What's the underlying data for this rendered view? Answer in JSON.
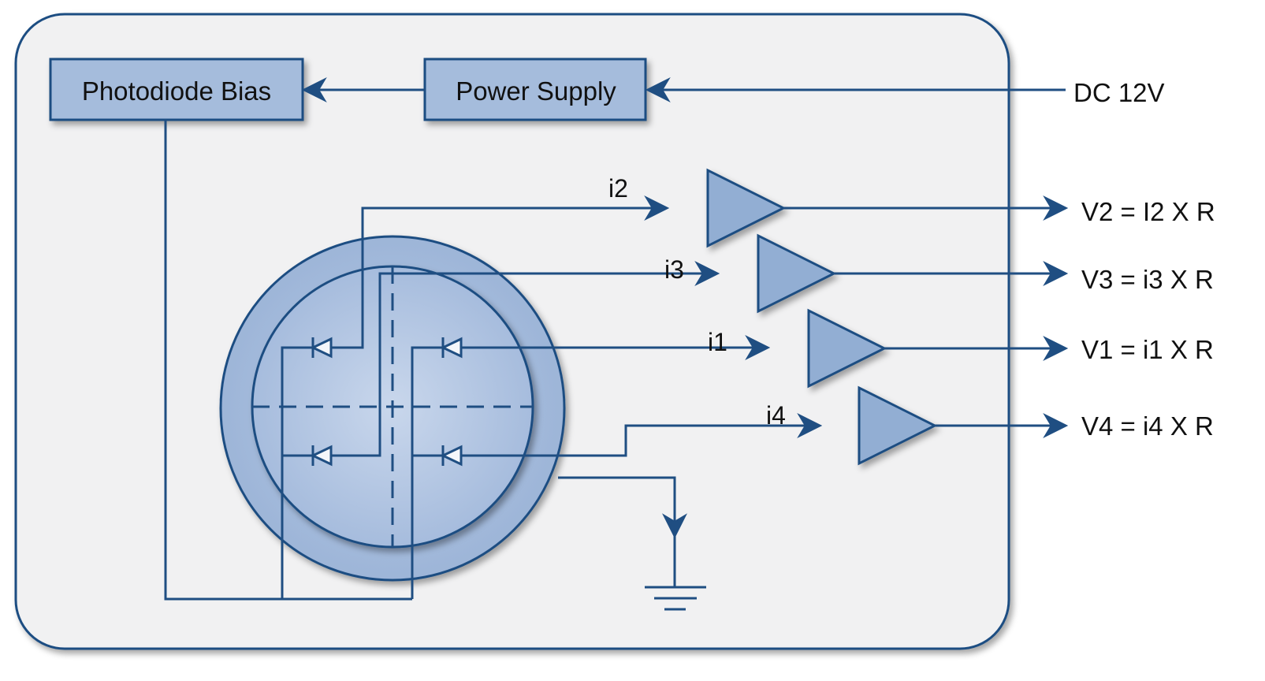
{
  "blocks": {
    "photodiode_bias": "Photodiode Bias",
    "power_supply": "Power Supply"
  },
  "input": {
    "dc": "DC 12V"
  },
  "currents": {
    "i2": "i2",
    "i3": "i3",
    "i1": "i1",
    "i4": "i4"
  },
  "outputs": {
    "v2": "V2 = I2 X R",
    "v3": "V3 = i3 X R",
    "v1": "V1 = i1 X R",
    "v4": "V4 = i4 X R"
  },
  "colors": {
    "line": "#1f4e82",
    "box_fill": "#a5bcdc",
    "amp_fill": "#92aed3",
    "panel": "#f1f1f2"
  },
  "icons": [
    "arrow-icon",
    "diode-icon",
    "amplifier-icon",
    "ground-icon"
  ]
}
